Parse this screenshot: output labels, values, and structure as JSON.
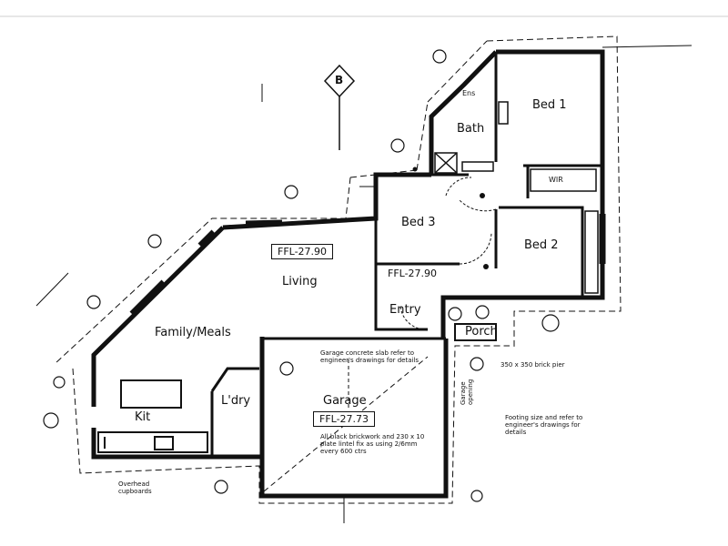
{
  "rooms": {
    "bed1": "Bed 1",
    "bed2": "Bed 2",
    "bed3": "Bed 3",
    "bath": "Bath",
    "living": "Living",
    "family_meals": "Family/Meals",
    "entry": "Entry",
    "porch": "Porch",
    "laundry": "L'dry",
    "kitchen": "Kit",
    "garage": "Garage",
    "wir": "WIR",
    "ens": "Ens"
  },
  "levels": {
    "living_ffl": "FFL-27.90",
    "bed3_ffl": "FFL-27.90",
    "garage_ffl": "FFL-27.73"
  },
  "notes": {
    "garage_slab": "Garage concrete slab refer to engineer's drawings for details",
    "garage_lintel": "All black brickwork and 230 x 10 plate lintel fix as using 2/6mm every 600 ctrs",
    "brick_pier": "350 x 350 brick pier",
    "footing_note": "Footing size and refer to engineer's drawings for details",
    "overhead_cupboard": "Overhead cupboards",
    "garage_opening": "Garage opening"
  },
  "markers": {
    "section": "B"
  },
  "colors": {
    "ink": "#111111",
    "paper": "#ffffff"
  }
}
